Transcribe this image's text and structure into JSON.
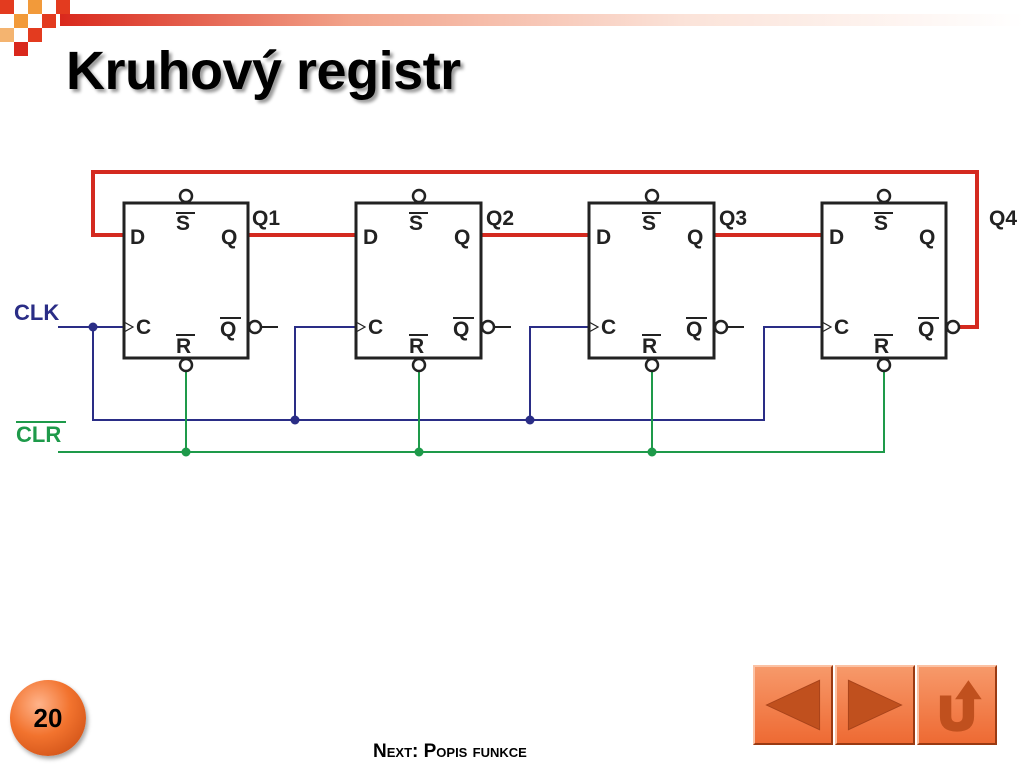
{
  "slide": {
    "title": "Kruhový registr",
    "page_number": "20",
    "next_caption": "Next: Popis funkce"
  },
  "diagram": {
    "flip_flops": [
      {
        "d": "D",
        "s": "S",
        "q": "Q",
        "c": "C",
        "r": "R",
        "qbar": "Q",
        "output": "Q1"
      },
      {
        "d": "D",
        "s": "S",
        "q": "Q",
        "c": "C",
        "r": "R",
        "qbar": "Q",
        "output": "Q2"
      },
      {
        "d": "D",
        "s": "S",
        "q": "Q",
        "c": "C",
        "r": "R",
        "qbar": "Q",
        "output": "Q3"
      },
      {
        "d": "D",
        "s": "S",
        "q": "Q",
        "c": "C",
        "r": "R",
        "qbar": "Q",
        "output": "Q4"
      }
    ],
    "clock_label": "CLK",
    "clear_label": "CLR",
    "colors": {
      "feedback": "#d42a20",
      "clock": "#2a2d86",
      "clear": "#1e9a4a",
      "outline": "#222222"
    }
  },
  "navigation": {
    "icons": [
      "back-arrow-icon",
      "forward-arrow-icon",
      "return-icon"
    ],
    "colors": {
      "button": "#f07a40",
      "icon": "#c0501e"
    }
  }
}
